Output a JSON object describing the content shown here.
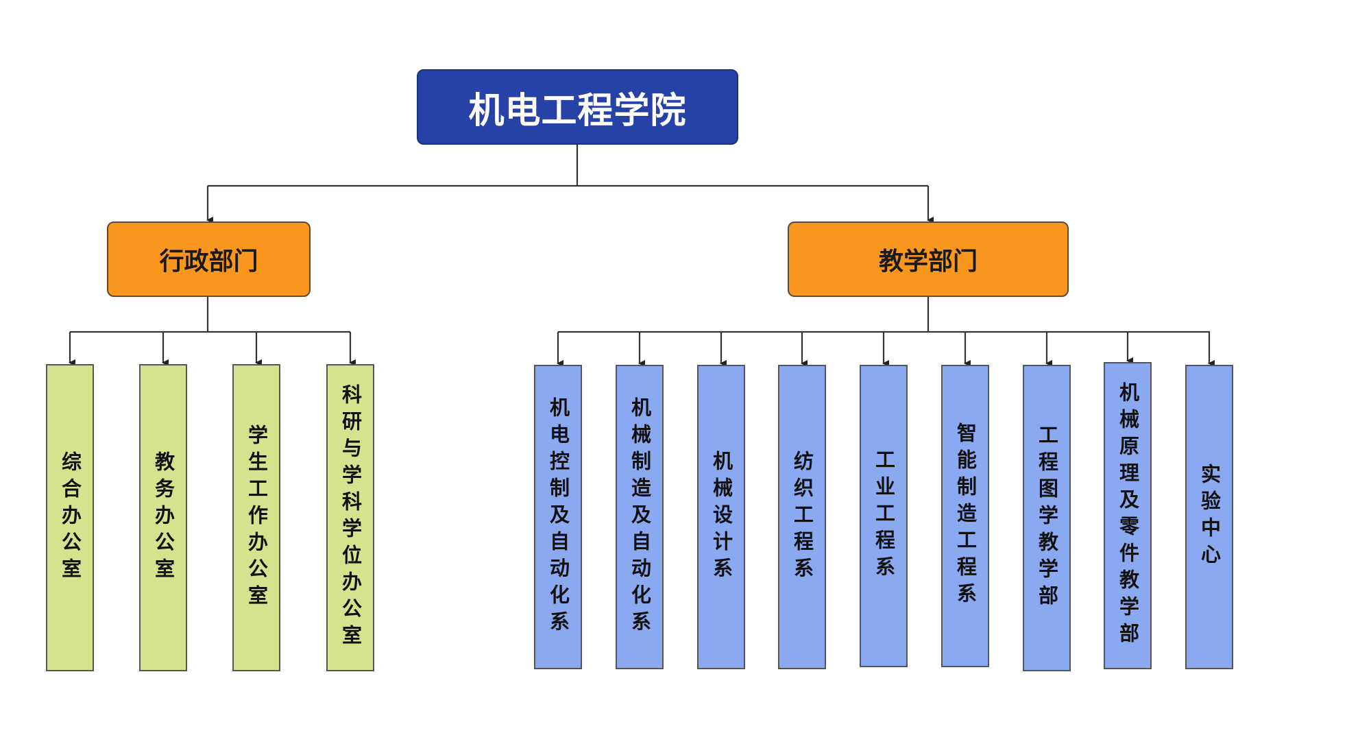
{
  "root": {
    "label": "机电工程学院"
  },
  "departments": [
    {
      "label": "行政部门",
      "units": [
        {
          "label": "综合办公室"
        },
        {
          "label": "教务办公室"
        },
        {
          "label": "学生工作办公室"
        },
        {
          "label": "科研与学科学位办公室"
        }
      ]
    },
    {
      "label": "教学部门",
      "units": [
        {
          "label": "机电控制及自动化系"
        },
        {
          "label": "机械制造及自动化系"
        },
        {
          "label": "机械设计系"
        },
        {
          "label": "纺织工程系"
        },
        {
          "label": "工业工程系"
        },
        {
          "label": "智能制造工程系"
        },
        {
          "label": "工程图学教学部"
        },
        {
          "label": "机械原理及零件教学部"
        },
        {
          "label": "实验中心"
        }
      ]
    }
  ],
  "colors": {
    "root": "#2642a6",
    "department": "#f8961e",
    "admin_unit": "#d6e38e",
    "teaching_unit": "#8aa9f0"
  }
}
